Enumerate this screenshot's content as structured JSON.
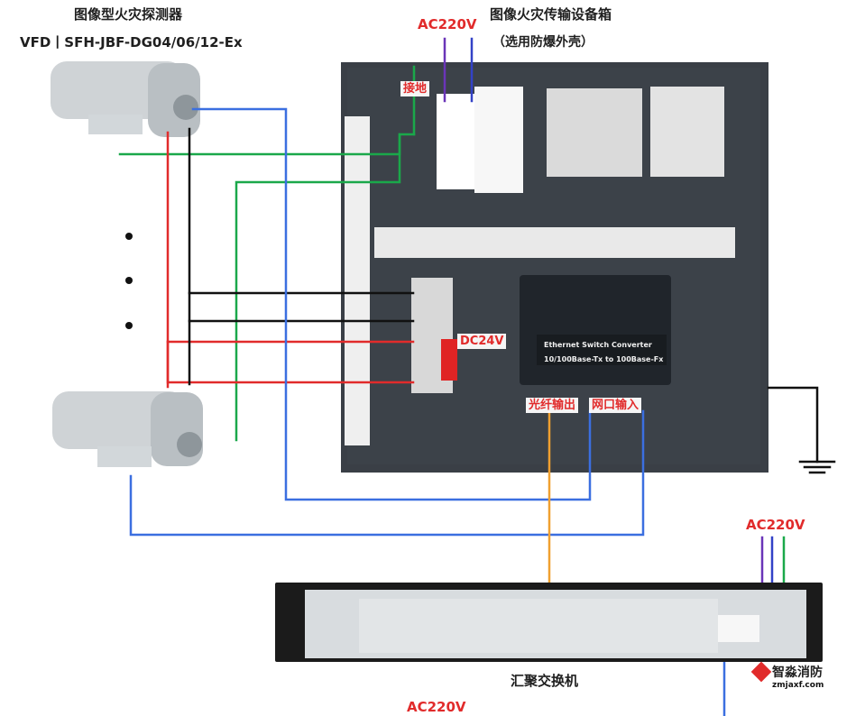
{
  "labels": {
    "detector_title": "图像型火灾探测器",
    "detector_model": "VFD丨SFH-JBF-DG04/06/12-Ex",
    "cabinet_title": "图像火灾传输设备箱",
    "cabinet_subtitle": "（选用防爆外壳）",
    "ac220_top": "AC220V",
    "ground": "接地",
    "dc24": "DC24V",
    "fiber_out": "光纤输出",
    "net_in": "网口输入",
    "ac220_switch": "AC220V",
    "switch_title": "汇聚交换机",
    "ac220_bottom": "AC220V"
  },
  "device_text": {
    "converter_line1": "Ethernet Switch Converter",
    "converter_line2": "10/100Base-Tx to 100Base-Fx"
  },
  "watermark": {
    "name": "智淼消防",
    "url": "zmjaxf.com"
  },
  "colors": {
    "red": "#e12b2b",
    "blue": "#3b6fe0",
    "green": "#1aa84a",
    "black": "#111111",
    "purple": "#6a35b8",
    "orange": "#f0a030",
    "panel": "#3a3f46"
  }
}
